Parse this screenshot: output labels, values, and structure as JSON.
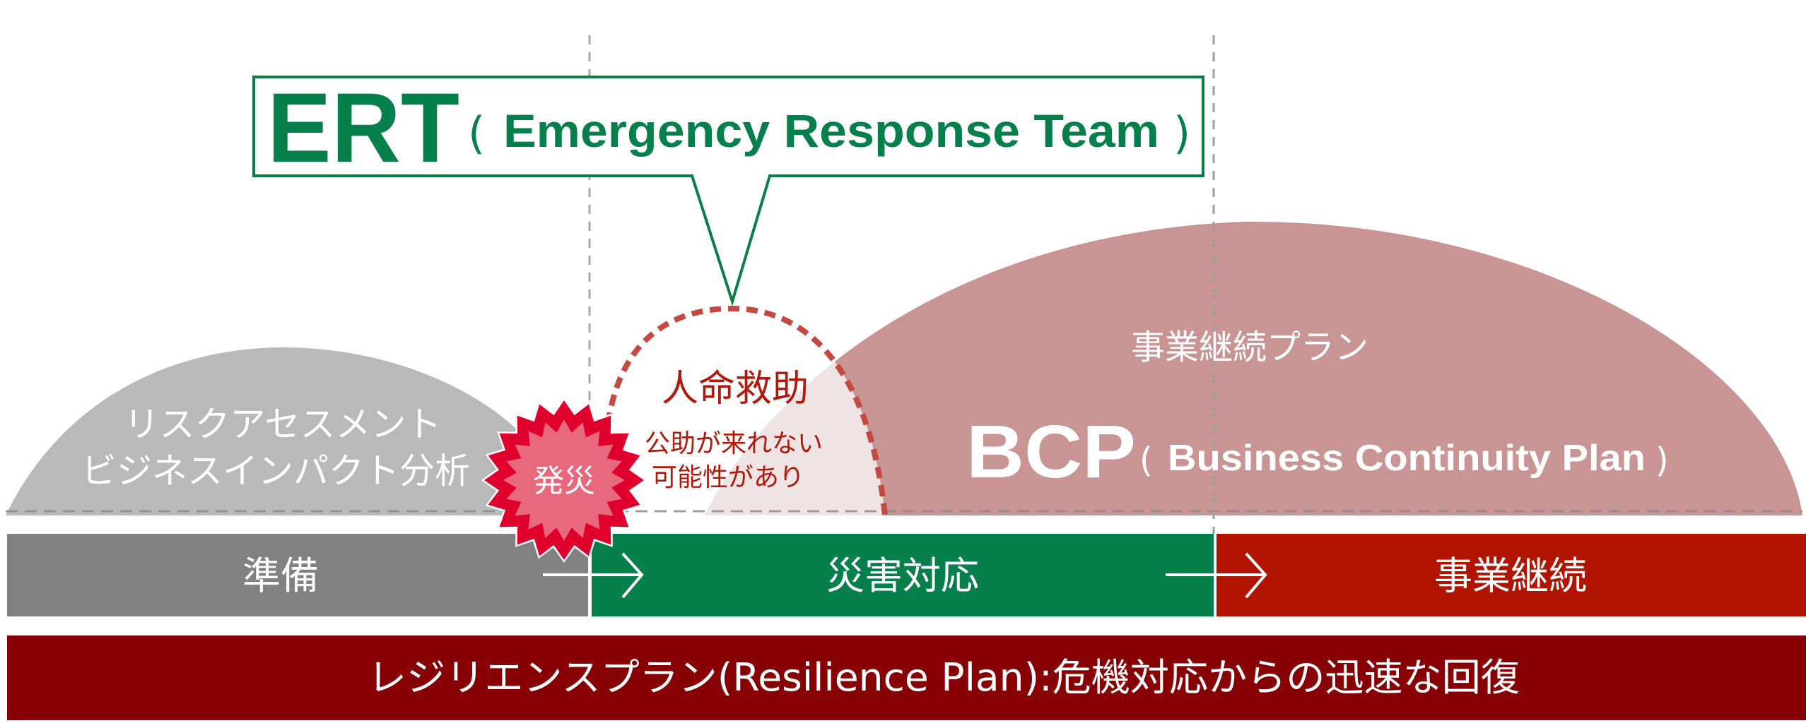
{
  "colors": {
    "green": "#057F4B",
    "red_bar": "#B11400",
    "gray_bar": "#818181",
    "maroon": "#870004",
    "gray_dome": "#B9B9B9",
    "bcp_dome": "#C99494",
    "rescue_fill": "#EFE3E4",
    "rescue_text": "#B01A0C",
    "dotted_arc": "#C24A40",
    "burst_outer": "#E0002E",
    "burst_inner": "#E8687E",
    "guide_line": "#A9A9A9"
  },
  "ert": {
    "acronym": "ERT",
    "paren_open": "(",
    "full_name": "Emergency Response Team",
    "paren_close": ")"
  },
  "phases": {
    "preparation": {
      "dome_line1": "リスクアセスメント",
      "dome_line2": "ビジネスインパクト分析",
      "bar_label": "準備"
    },
    "disaster": {
      "burst_label": "発災"
    },
    "response": {
      "title": "人命救助",
      "note_line1": "公助が来れない",
      "note_line2": "可能性があり",
      "bar_label": "災害対応"
    },
    "continuity": {
      "subtitle": "事業継続プラン",
      "acronym": "BCP",
      "paren_open": "(",
      "full_name": "Business Continuity Plan",
      "paren_close": ")",
      "bar_label": "事業継続"
    }
  },
  "footer": {
    "label": "レジリエンスプラン(Resilience Plan):危機対応からの迅速な回復"
  }
}
